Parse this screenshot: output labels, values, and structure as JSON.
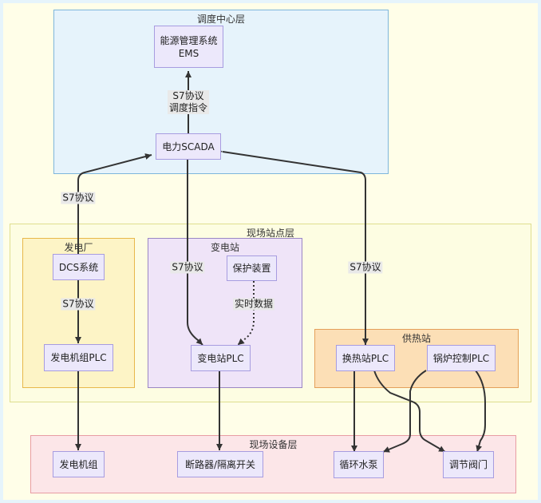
{
  "layers": {
    "dispatch": "调度中心层",
    "site": "现场站点层",
    "power_plant": "发电厂",
    "substation": "变电站",
    "heating": "供热站",
    "field": "现场设备层"
  },
  "nodes": {
    "ems_line1": "能源管理系统",
    "ems_line2": "EMS",
    "scada": "电力SCADA",
    "dcs": "DCS系统",
    "gen_plc": "发电机组PLC",
    "protection": "保护装置",
    "sub_plc": "变电站PLC",
    "heat_plc": "换热站PLC",
    "boiler_plc": "锅炉控制PLC",
    "generator": "发电机组",
    "breaker": "断路器/隔离开关",
    "pump": "循环水泵",
    "valve": "调节阀门"
  },
  "edge_labels": {
    "ems_scada_1": "S7协议",
    "ems_scada_2": "调度指令",
    "scada_dcs": "S7协议",
    "scada_sub": "S7协议",
    "scada_heat": "S7协议",
    "dcs_gen": "S7协议",
    "protection_sub": "实时数据"
  },
  "colors": {
    "background": "#fffee8",
    "dispatch_fill": "#e6f3fb",
    "site_fill": "#fdfde2",
    "plant_fill": "#fdf4c6",
    "substation_fill": "#efe4f8",
    "heating_fill": "#fcdfb6",
    "field_fill": "#fce6e8",
    "node_fill": "#ece8fb",
    "node_border": "#a79ce0",
    "arrow": "#333333"
  }
}
